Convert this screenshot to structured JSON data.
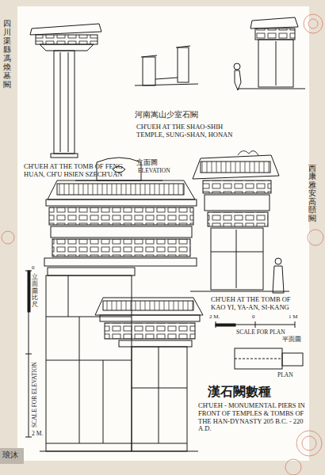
{
  "diagram": {
    "title": "漢石闕數種",
    "caption": "CH'UEH - MONUMENTAL PIERS IN FRONT OF TEMPLES & TOMBS OF THE HAN-DYNASTY 205 B.C. - 220 A.D.",
    "labels": [
      "四川渠縣馮煥墓闕",
      "CH'UEH AT THE TOMB OF FENG HUAN, CH'U HSIEN SZECH'UAN",
      "河南嵩山少室石闕",
      "CH'UEH AT THE SHAO-SHIH TEMPLE, SUNG-SHAN, HONAN",
      "西康雅安高頤闕",
      "CH'UEH AT THE TOMB OF KAO YI, YA-AN, SI-KANG",
      "立面圖",
      "ELEVATION",
      "2 M.",
      "0",
      "1 M",
      "SCALE FOR PLAN",
      "平面圖",
      "PLAN",
      "立面圖比尺",
      "0",
      "SCALE FOR ELEVATION",
      "2 M.",
      "琅沐"
    ]
  }
}
